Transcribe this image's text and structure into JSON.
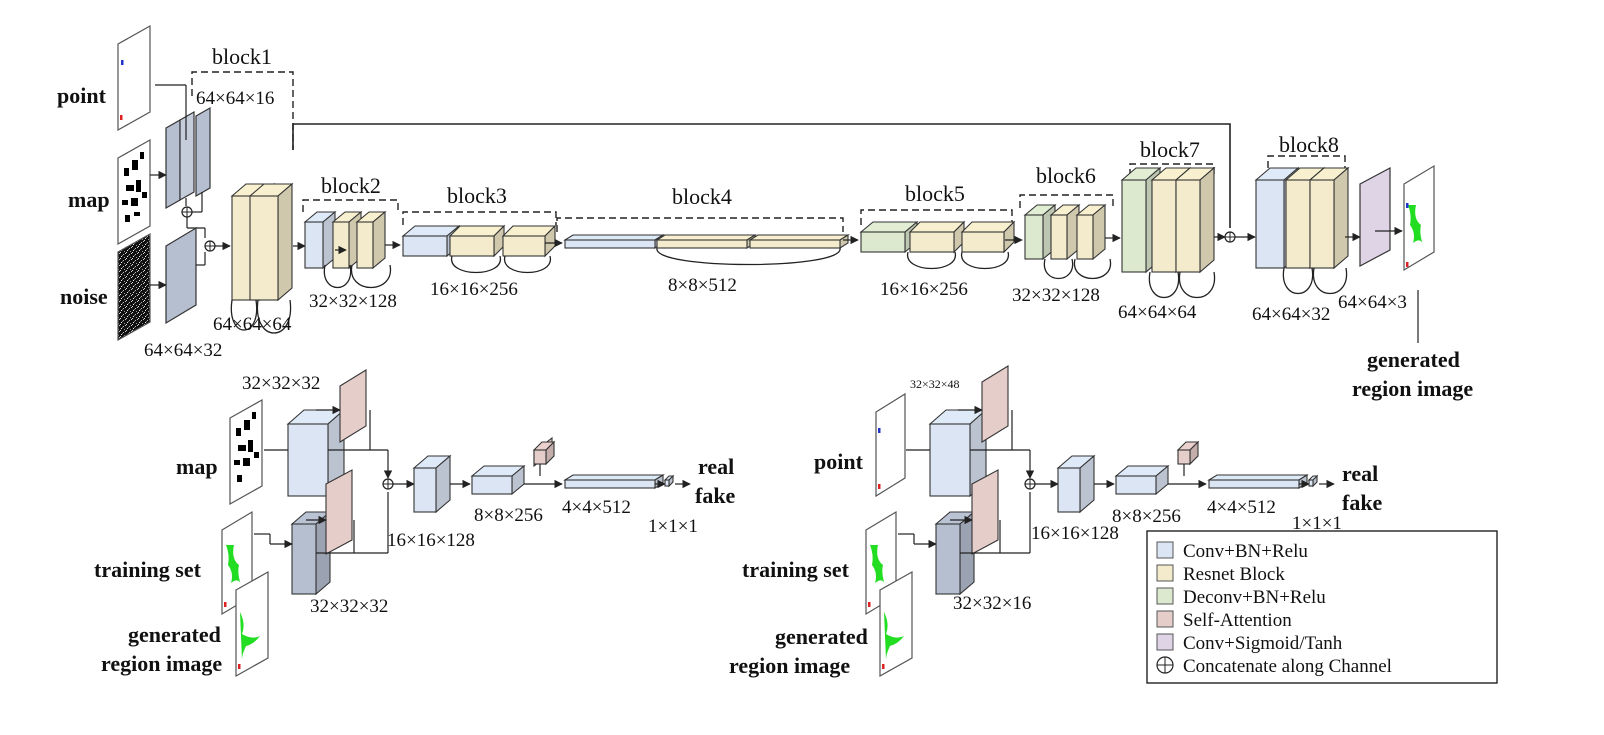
{
  "colors": {
    "conv": "#dbe5f3",
    "resnet": "#f3ebcb",
    "deconv": "#dde9cf",
    "attention": "#e5cdca",
    "sigmoid": "#dfd3e6",
    "dark": "#b6bfd0",
    "green_mark": "#22dd22"
  },
  "generator": {
    "inputs": {
      "point": "point",
      "map": "map",
      "noise": "noise"
    },
    "blocks": [
      "block1",
      "block2",
      "block3",
      "block4",
      "block5",
      "block6",
      "block7",
      "block8"
    ],
    "dims": {
      "b1_top": "64×64×16",
      "noise_out": "64×64×32",
      "b1_out": "64×64×64",
      "b2": "32×32×128",
      "b3": "16×16×256",
      "b4": "8×8×512",
      "b5": "16×16×256",
      "b6": "32×32×128",
      "b7": "64×64×64",
      "b8": "64×64×32",
      "out": "64×64×3"
    },
    "output_label": [
      "generated",
      "region image"
    ]
  },
  "discriminator_left": {
    "map": "map",
    "training": "training set",
    "generated": [
      "generated",
      "region image"
    ],
    "dims": {
      "top": "32×32×32",
      "bottom": "32×32×32",
      "c1": "16×16×128",
      "c2": "8×8×256",
      "c3": "4×4×512",
      "c4": "1×1×1"
    },
    "real": "real",
    "fake": "fake"
  },
  "discriminator_right": {
    "point": "point",
    "training": "training set",
    "generated": [
      "generated",
      "region image"
    ],
    "dims": {
      "top": "32×32×48",
      "bottom": "32×32×16",
      "c1": "16×16×128",
      "c2": "8×8×256",
      "c3": "4×4×512",
      "c4": "1×1×1"
    },
    "real": "real",
    "fake": "fake"
  },
  "legend": [
    {
      "label": "Conv+BN+Relu",
      "color": "#dbe5f3"
    },
    {
      "label": "Resnet Block",
      "color": "#f3ebcb"
    },
    {
      "label": "Deconv+BN+Relu",
      "color": "#dde9cf"
    },
    {
      "label": "Self-Attention",
      "color": "#e5cdca"
    },
    {
      "label": "Conv+Sigmoid/Tanh",
      "color": "#dfd3e6"
    },
    {
      "label": "Concatenate along Channel",
      "color": ""
    }
  ]
}
